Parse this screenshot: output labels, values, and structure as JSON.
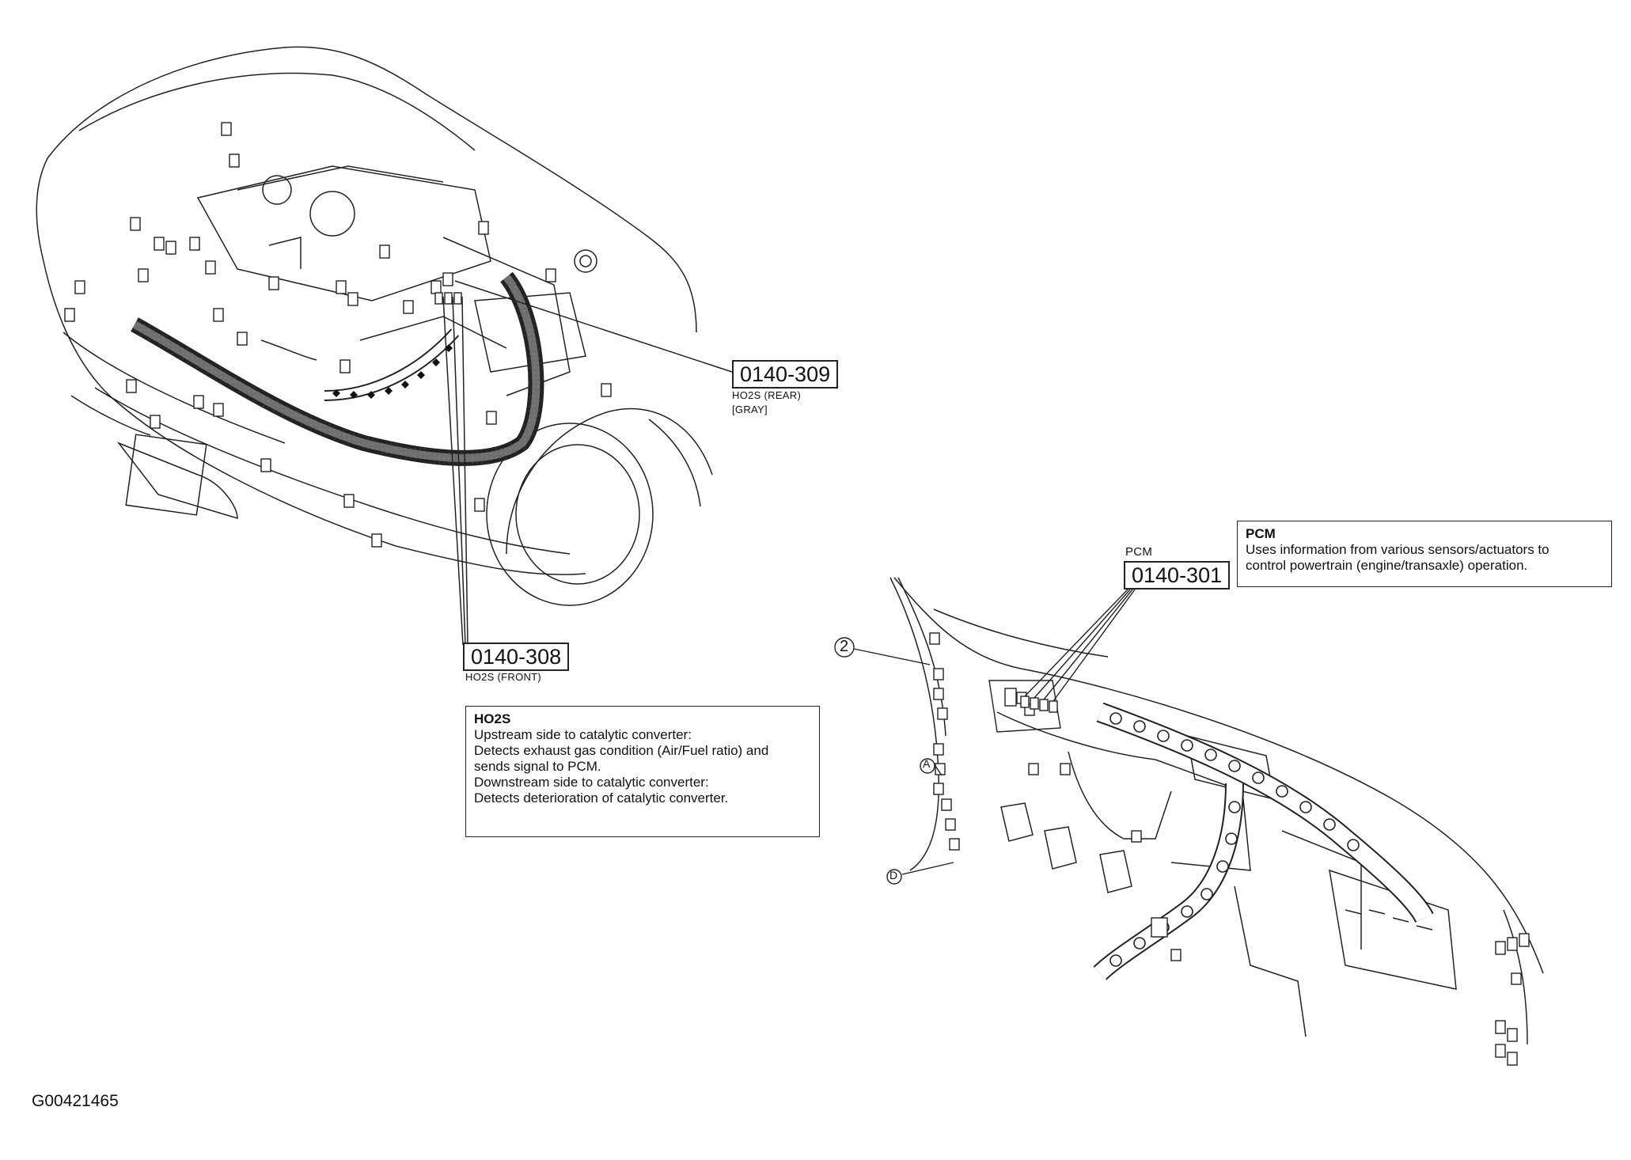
{
  "callouts": {
    "rear_sensor": {
      "code": "0140-309",
      "label": "HO2S (REAR)",
      "sublabel": "[GRAY]"
    },
    "front_sensor": {
      "code": "0140-308",
      "label": "HO2S (FRONT)"
    },
    "pcm": {
      "code": "0140-301",
      "label": "PCM"
    },
    "marker_2": "2",
    "marker_a": "A",
    "marker_d": "D"
  },
  "ho2s_box": {
    "title": "HO2S",
    "lines": [
      "Upstream side to catalytic converter:",
      "Detects exhaust gas condition (Air/Fuel ratio) and",
      "sends signal to PCM.",
      "Downstream side to catalytic converter:",
      "Detects deterioration of catalytic converter."
    ]
  },
  "pcm_box": {
    "title": "PCM",
    "lines": [
      "Uses information from various sensors/actuators to",
      "control powertrain (engine/transaxle) operation."
    ]
  },
  "figure_id": "G00421465"
}
